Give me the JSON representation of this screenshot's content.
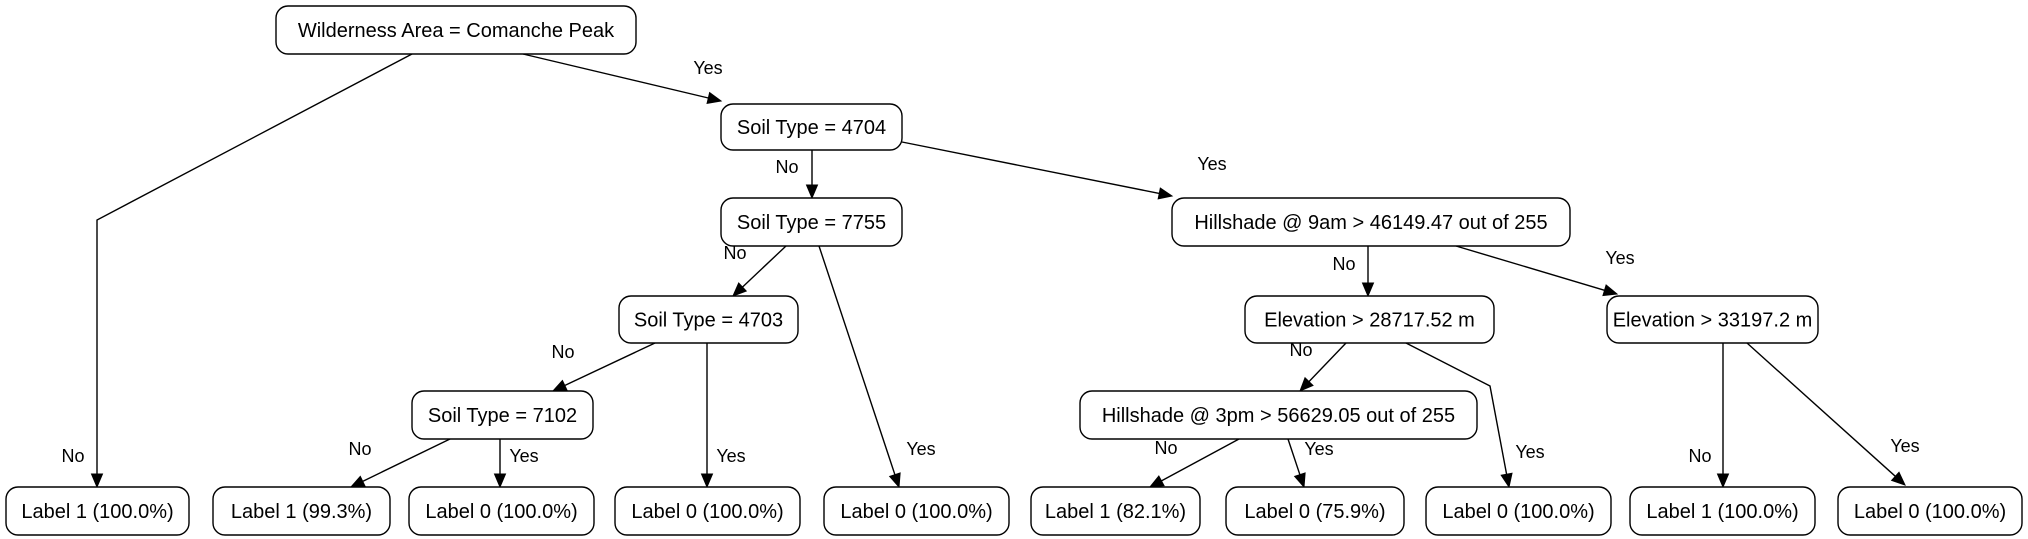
{
  "nodes": {
    "root": "Wilderness Area = Comanche Peak",
    "soil4704": "Soil Type = 4704",
    "soil7755": "Soil Type = 7755",
    "hill9am": "Hillshade @ 9am > 46149.47 out of 255",
    "soil4703": "Soil Type = 4703",
    "elev28717": "Elevation > 28717.52 m",
    "elev33197": "Elevation > 33197.2 m",
    "soil7102": "Soil Type = 7102",
    "hill3pm": "Hillshade @ 3pm > 56629.05 out of 255",
    "leaf1": "Label 1 (100.0%)",
    "leaf2": "Label 1 (99.3%)",
    "leaf3": "Label 0 (100.0%)",
    "leaf4": "Label 0 (100.0%)",
    "leaf5": "Label 0 (100.0%)",
    "leaf6": "Label 1 (82.1%)",
    "leaf7": "Label 0 (75.9%)",
    "leaf8": "Label 0 (100.0%)",
    "leaf9": "Label 1 (100.0%)",
    "leaf10": "Label 0 (100.0%)"
  },
  "edges": [
    {
      "from": "root",
      "to": "leaf1",
      "label": "No"
    },
    {
      "from": "root",
      "to": "soil4704",
      "label": "Yes"
    },
    {
      "from": "soil4704",
      "to": "soil7755",
      "label": "No"
    },
    {
      "from": "soil4704",
      "to": "hill9am",
      "label": "Yes"
    },
    {
      "from": "soil7755",
      "to": "soil4703",
      "label": "No"
    },
    {
      "from": "soil7755",
      "to": "leaf5",
      "label": "Yes"
    },
    {
      "from": "soil4703",
      "to": "soil7102",
      "label": "No"
    },
    {
      "from": "soil4703",
      "to": "leaf4",
      "label": "Yes"
    },
    {
      "from": "soil7102",
      "to": "leaf2",
      "label": "No"
    },
    {
      "from": "soil7102",
      "to": "leaf3",
      "label": "Yes"
    },
    {
      "from": "hill9am",
      "to": "elev28717",
      "label": "No"
    },
    {
      "from": "hill9am",
      "to": "elev33197",
      "label": "Yes"
    },
    {
      "from": "elev28717",
      "to": "hill3pm",
      "label": "No"
    },
    {
      "from": "elev28717",
      "to": "leaf8",
      "label": "Yes"
    },
    {
      "from": "hill3pm",
      "to": "leaf6",
      "label": "No"
    },
    {
      "from": "hill3pm",
      "to": "leaf7",
      "label": "Yes"
    },
    {
      "from": "elev33197",
      "to": "leaf9",
      "label": "No"
    },
    {
      "from": "elev33197",
      "to": "leaf10",
      "label": "Yes"
    }
  ]
}
